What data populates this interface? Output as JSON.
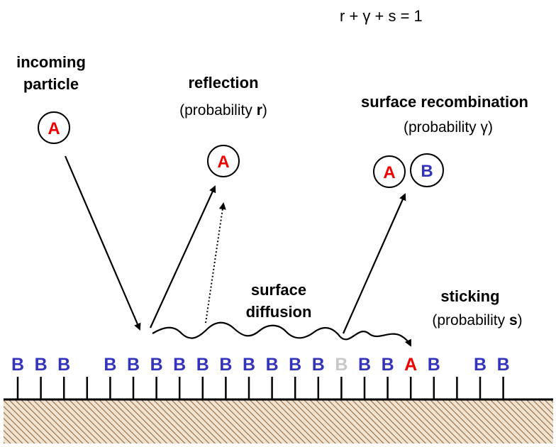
{
  "equation": "r + γ + s = 1",
  "labels": {
    "incoming_line1": "incoming",
    "incoming_line2": "particle",
    "reflection": "reflection",
    "reflection_prob_prefix": "(probability ",
    "reflection_prob_var": "r",
    "reflection_prob_suffix": ")",
    "recombination": "surface recombination",
    "recombination_prob": "(probability γ)",
    "diffusion_line1": "surface",
    "diffusion_line2": "diffusion",
    "sticking": "sticking",
    "sticking_prob_prefix": "(probability ",
    "sticking_prob_var": "s",
    "sticking_prob_suffix": ")"
  },
  "particles": {
    "incoming": "A",
    "reflected": "A",
    "recomb_a": "A",
    "recomb_b": "B"
  },
  "surface_sites": [
    {
      "text": "B",
      "state": "occupied"
    },
    {
      "text": "B",
      "state": "occupied"
    },
    {
      "text": "B",
      "state": "occupied"
    },
    {
      "text": "",
      "state": "empty"
    },
    {
      "text": "B",
      "state": "occupied"
    },
    {
      "text": "B",
      "state": "occupied"
    },
    {
      "text": "B",
      "state": "occupied"
    },
    {
      "text": "B",
      "state": "occupied"
    },
    {
      "text": "B",
      "state": "occupied"
    },
    {
      "text": "B",
      "state": "occupied"
    },
    {
      "text": "B",
      "state": "occupied"
    },
    {
      "text": "B",
      "state": "occupied"
    },
    {
      "text": "B",
      "state": "occupied"
    },
    {
      "text": "B",
      "state": "occupied"
    },
    {
      "text": "B",
      "state": "vacated"
    },
    {
      "text": "B",
      "state": "occupied"
    },
    {
      "text": "B",
      "state": "occupied"
    },
    {
      "text": "A",
      "state": "stuck"
    },
    {
      "text": "B",
      "state": "occupied"
    },
    {
      "text": "",
      "state": "empty"
    },
    {
      "text": "B",
      "state": "occupied"
    },
    {
      "text": "B",
      "state": "occupied"
    }
  ],
  "colors": {
    "A": "#ee0000",
    "B": "#3333bb",
    "vacated": "#c8c8c8",
    "substrate_hatch": "#9a6a3a",
    "substrate_bg": "#efe3d2"
  }
}
